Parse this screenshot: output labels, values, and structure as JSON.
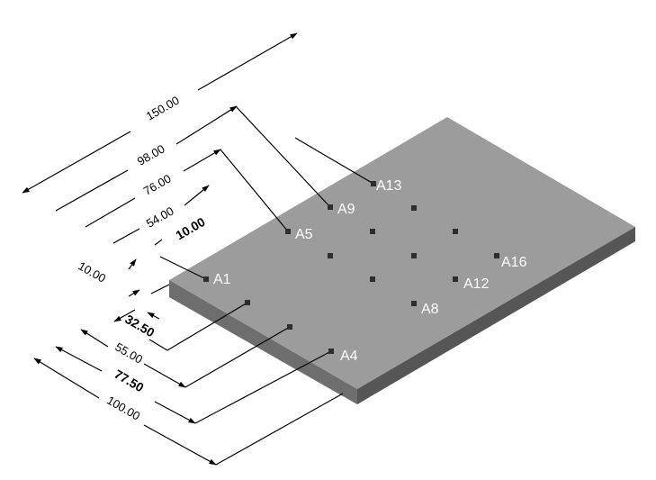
{
  "dimensions": {
    "rear": [
      {
        "value": "150.00",
        "bold": false
      },
      {
        "value": "98.00",
        "bold": false
      },
      {
        "value": "76.00",
        "bold": false
      },
      {
        "value": "54.00",
        "bold": false
      },
      {
        "value": "10.00",
        "bold": true
      }
    ],
    "side_offset": "10.00",
    "front": [
      {
        "value": "32.50",
        "bold": true
      },
      {
        "value": "55.00",
        "bold": false
      },
      {
        "value": "77.50",
        "bold": true
      },
      {
        "value": "100.00",
        "bold": false
      }
    ]
  },
  "points": {
    "a1": "A1",
    "a4": "A4",
    "a5": "A5",
    "a8": "A8",
    "a9": "A9",
    "a12": "A12",
    "a13": "A13",
    "a16": "A16"
  },
  "colors": {
    "plate_top": "#9c9c9c",
    "plate_front": "#6e6e6e",
    "plate_side": "#565656",
    "hole": "#2e2e2e",
    "point_label": "#ffffff"
  }
}
